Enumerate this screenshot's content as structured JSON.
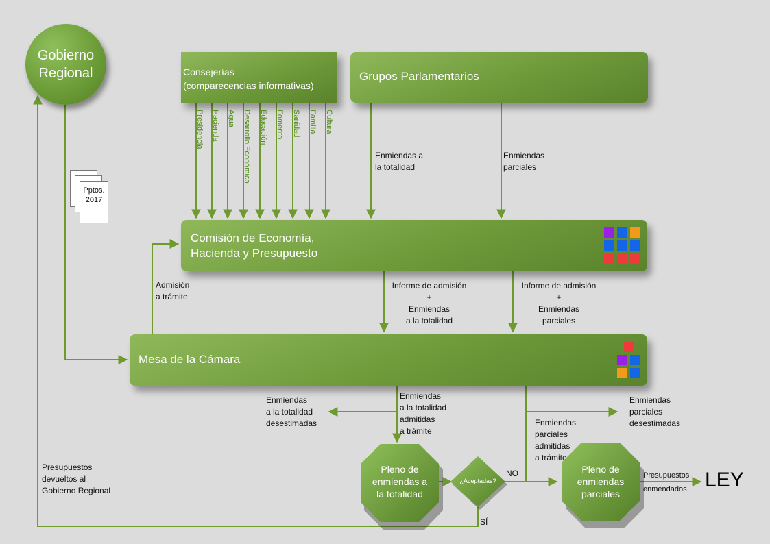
{
  "nodes": {
    "gobierno": "Gobierno\nRegional",
    "consejerias": "Consejerías\n(comparecencias informativas)",
    "grupos": "Grupos Parlamentarios",
    "comision": "Comisión de Economía,\nHacienda y Presupuesto",
    "mesa": "Mesa de la Cámara",
    "pleno_totalidad": "Pleno de\nenmiendas a\nla totalidad",
    "pleno_parciales": "Pleno de\nenmiendas\nparciales",
    "aceptadas": "¿Aceptadas?",
    "ley": "LEY",
    "document": "Pptos.\n2017"
  },
  "consejerias_items": [
    "Presidencia",
    "Hacienda",
    "Agua",
    "Desarrollo Económico",
    "Educación",
    "Fomento",
    "Sanidad",
    "Familia",
    "Cultura"
  ],
  "labels": {
    "enm_totalidad": "Enmiendas a\nla totalidad",
    "enm_parciales": "Enmiendas\nparciales",
    "admision": "Admisión\na trámite",
    "informe_totalidad": "Informe de admisión\n+\nEnmiendas\na la totalidad",
    "informe_parciales": "Informe de admisión\n+\nEnmiendas\nparciales",
    "tot_desestimadas": "Enmiendas\na la totalidad\ndesestimadas",
    "tot_admitidas": "Enmiendas\na la totalidad\nadmitidas\na trámite",
    "parc_desestimadas": "Enmiendas\nparciales\ndesestimadas",
    "parc_admitidas": "Enmiendas\nparciales\nadmitidas\na trámite",
    "devueltos": "Presupuestos\ndevueltos al\nGobierno Regional",
    "no": "NO",
    "si": "SÍ",
    "enmendados": "Presupuestos\nenmendados"
  },
  "colors": {
    "line": "#6e9a2e",
    "node": "#6e9a3a",
    "purple": "#9b1fe8",
    "blue": "#1466e6",
    "orange": "#f29a1a",
    "red": "#ee3a3a"
  }
}
